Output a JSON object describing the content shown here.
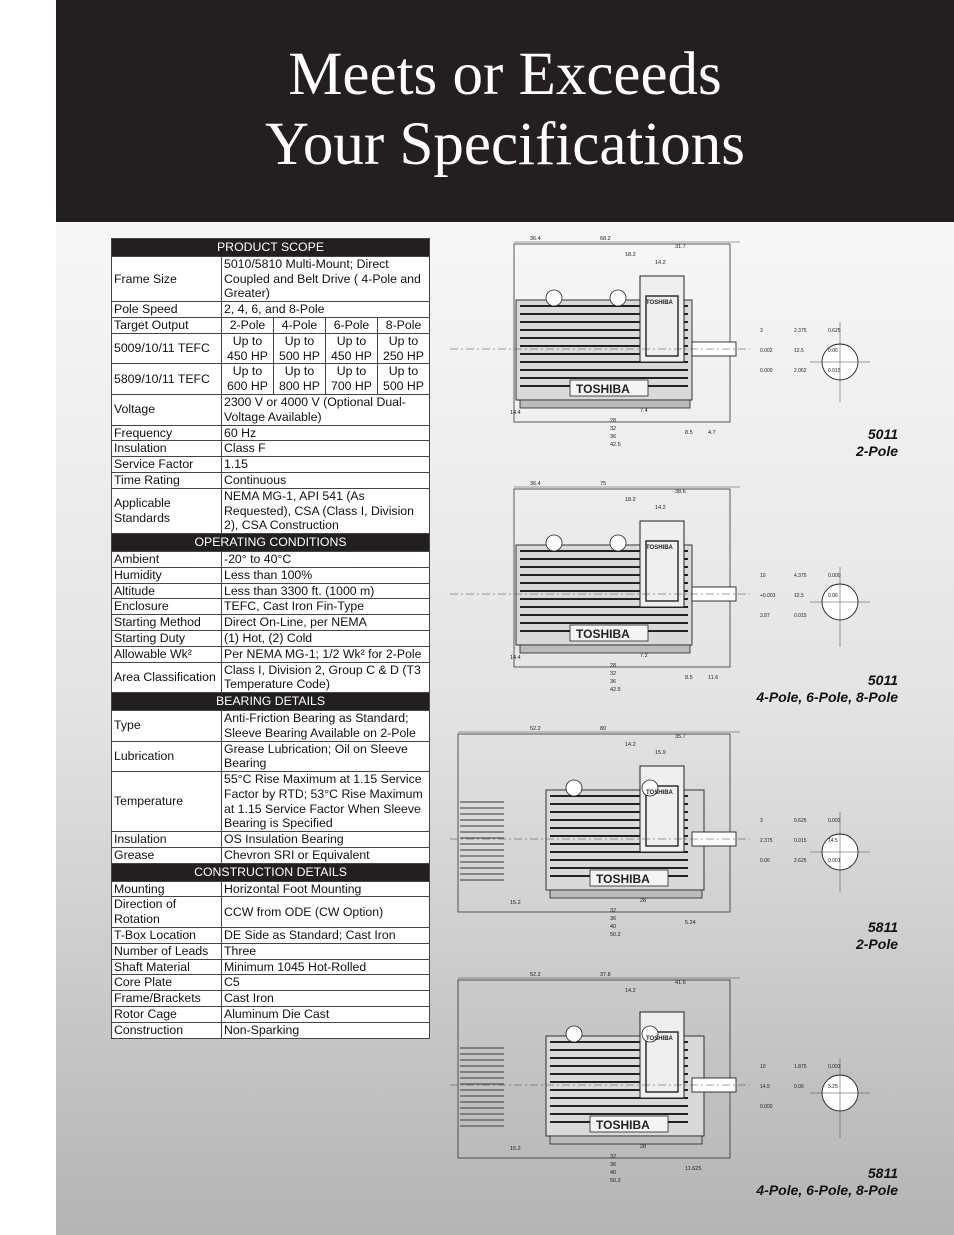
{
  "header": {
    "title_line1": "Meets or Exceeds",
    "title_line2": "Your Specifications"
  },
  "table": {
    "sections": {
      "product_scope": "PRODUCT SCOPE",
      "operating_conditions": "OPERATING CONDITIONS",
      "bearing_details": "BEARING DETAILS",
      "construction_details": "CONSTRUCTION DETAILS"
    },
    "product_scope": {
      "frame_size": {
        "label": "Frame Size",
        "value": "5010/5810 Multi-Mount; Direct Coupled and Belt Drive ( 4-Pole and Greater)"
      },
      "pole_speed": {
        "label": "Pole Speed",
        "value": "2, 4, 6, and 8-Pole"
      },
      "target_output": {
        "label": "Target Output",
        "poles": [
          "2-Pole",
          "4-Pole",
          "6-Pole",
          "8-Pole"
        ]
      },
      "tefc_5009": {
        "label": "5009/10/11 TEFC",
        "values": [
          "Up to 450 HP",
          "Up to 500 HP",
          "Up to 450 HP",
          "Up to 250 HP"
        ]
      },
      "tefc_5809": {
        "label": "5809/10/11 TEFC",
        "values": [
          "Up to 600 HP",
          "Up to 800 HP",
          "Up to 700 HP",
          "Up to 500 HP"
        ]
      },
      "voltage": {
        "label": "Voltage",
        "value": "2300 V or 4000 V (Optional Dual-Voltage Available)"
      },
      "frequency": {
        "label": "Frequency",
        "value": "60 Hz"
      },
      "insulation": {
        "label": "Insulation",
        "value": "Class F"
      },
      "service_factor": {
        "label": "Service Factor",
        "value": "1.15"
      },
      "time_rating": {
        "label": "Time Rating",
        "value": "Continuous"
      },
      "standards": {
        "label": "Applicable Standards",
        "value": "NEMA MG-1, API 541 (As Requested), CSA (Class I, Division 2), CSA Construction"
      }
    },
    "operating": {
      "ambient": {
        "label": "Ambient",
        "value": "-20° to 40°C"
      },
      "humidity": {
        "label": "Humidity",
        "value": "Less than 100%"
      },
      "altitude": {
        "label": "Altitude",
        "value": "Less than 3300 ft. (1000 m)"
      },
      "enclosure": {
        "label": "Enclosure",
        "value": "TEFC, Cast Iron Fin-Type"
      },
      "starting_method": {
        "label": "Starting Method",
        "value": "Direct On-Line, per NEMA"
      },
      "starting_duty": {
        "label": "Starting Duty",
        "value": "(1) Hot, (2) Cold"
      },
      "allowable_wk2": {
        "label": "Allowable Wk²",
        "value": "Per NEMA MG-1; 1/2 Wk² for 2-Pole"
      },
      "area_classification": {
        "label": "Area Classification",
        "value": "Class I, Division 2, Group C & D (T3 Temperature Code)"
      }
    },
    "bearing": {
      "type": {
        "label": "Type",
        "value": "Anti-Friction Bearing as Standard; Sleeve Bearing Available on 2-Pole"
      },
      "lubrication": {
        "label": "Lubrication",
        "value": "Grease Lubrication; Oil on Sleeve Bearing"
      },
      "temperature": {
        "label": "Temperature",
        "value": "55°C Rise Maximum at 1.15 Service Factor by RTD; 53°C Rise Maximum at 1.15 Service Factor When Sleeve Bearing is Specified"
      },
      "insulation": {
        "label": "Insulation",
        "value": "OS Insulation Bearing"
      },
      "grease": {
        "label": "Grease",
        "value": "Chevron SRI or Equivalent"
      }
    },
    "construction": {
      "mounting": {
        "label": "Mounting",
        "value": "Horizontal Foot Mounting"
      },
      "rotation": {
        "label": "Direction of Rotation",
        "value": "CCW from ODE (CW Option)"
      },
      "tbox": {
        "label": "T-Box Location",
        "value": "DE Side as Standard; Cast Iron"
      },
      "leads": {
        "label": "Number of Leads",
        "value": "Three"
      },
      "shaft": {
        "label": "Shaft Material",
        "value": "Minimum 1045 Hot-Rolled"
      },
      "core": {
        "label": "Core Plate",
        "value": "C5"
      },
      "frame": {
        "label": "Frame/Brackets",
        "value": "Cast Iron"
      },
      "rotor": {
        "label": "Rotor Cage",
        "value": "Aluminum Die Cast"
      },
      "construction": {
        "label": "Construction",
        "value": "Non-Sparking"
      }
    }
  },
  "drawings": [
    {
      "model": "5011",
      "variant": "2-Pole",
      "brand": "TOSHIBA",
      "top_dims": [
        "68.2",
        "36.4",
        "31.7",
        "18.2",
        "14.2"
      ],
      "bottom_dims": [
        "14.4",
        "7.4",
        "28",
        "32",
        "36",
        "42.5",
        "8.5",
        "4.7"
      ],
      "side_dims": [
        "3",
        "2.375",
        "0.625",
        "0.002",
        "12.5",
        "0.06",
        "0.000",
        "2.062",
        "0.015"
      ]
    },
    {
      "model": "5011",
      "variant": "4-Pole, 6-Pole, 8-Pole",
      "brand": "TOSHIBA",
      "top_dims": [
        "75",
        "36.4",
        "38.6",
        "18.2",
        "14.2"
      ],
      "bottom_dims": [
        "14.4",
        "7.2",
        "28",
        "32",
        "36",
        "42.5",
        "8.5",
        "11.6"
      ],
      "side_dims": [
        "10",
        "4.375",
        "0.000",
        "+0.003",
        "12.5",
        "0.06",
        "3.87",
        "0.015"
      ]
    },
    {
      "model": "5811",
      "variant": "2-Pole",
      "brand": "TOSHIBA",
      "top_dims": [
        "80",
        "52.2",
        "35.7",
        "14.2",
        "15.9"
      ],
      "bottom_dims": [
        "15.2",
        "28",
        "32",
        "36",
        "40",
        "50.2",
        "5.24"
      ],
      "side_dims": [
        "3",
        "0.625",
        "0.002",
        "2.375",
        "0.015",
        "14.5",
        "0.06",
        "2.625",
        "0.001"
      ]
    },
    {
      "model": "5811",
      "variant": "4-Pole, 6-Pole, 8-Pole",
      "brand": "TOSHIBA",
      "top_dims": [
        "37.8",
        "52.2",
        "41.6",
        "14.2"
      ],
      "bottom_dims": [
        "15.2",
        "28",
        "32",
        "36",
        "40",
        "50.2",
        "11.625"
      ],
      "side_dims": [
        "10",
        "1.875",
        "0.003",
        "14.5",
        "0.06",
        "5.25",
        "0.000"
      ]
    }
  ]
}
